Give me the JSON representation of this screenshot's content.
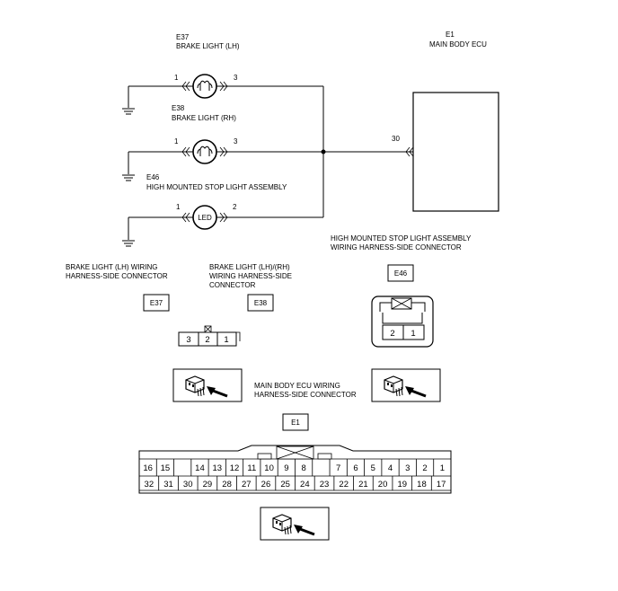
{
  "brake_lh": {
    "code": "E37",
    "name": "BRAKE LIGHT (LH)",
    "pin_left": "1",
    "pin_right": "3"
  },
  "brake_rh": {
    "code": "E38",
    "name": "BRAKE LIGHT (RH)",
    "pin_left": "1",
    "pin_right": "3"
  },
  "hmsl": {
    "code": "E46",
    "name": "HIGH MOUNTED STOP LIGHT ASSEMBLY",
    "pin_left": "1",
    "pin_right": "2",
    "bulb_label": "LED"
  },
  "ecu": {
    "code": "E1",
    "name": "MAIN BODY ECU",
    "pin": "30"
  },
  "conn_brake_lh": {
    "title_line1": "BRAKE LIGHT (LH) WIRING",
    "title_line2": "HARNESS-SIDE CONNECTOR",
    "code": "E37"
  },
  "conn_brake_rh": {
    "title_line1": "BRAKE LIGHT (LH)/(RH)",
    "title_line2": "WIRING HARNESS-SIDE",
    "title_line3": "CONNECTOR",
    "code": "E38"
  },
  "conn_small_cells": [
    "3",
    "2",
    "1"
  ],
  "conn_hmsl": {
    "title_line1": "HIGH MOUNTED STOP LIGHT ASSEMBLY",
    "title_line2": "WIRING HARNESS-SIDE CONNECTOR",
    "code": "E46",
    "cells": [
      "2",
      "1"
    ]
  },
  "conn_ecu": {
    "title_line1": "MAIN BODY ECU WIRING",
    "title_line2": "HARNESS-SIDE CONNECTOR",
    "code": "E1",
    "top_row": [
      "16",
      "15",
      "",
      "14",
      "13",
      "12",
      "11",
      "10",
      "9",
      "8",
      "",
      "7",
      "6",
      "5",
      "4",
      "3",
      "2",
      "1"
    ],
    "bottom_row": [
      "32",
      "31",
      "30",
      "29",
      "28",
      "27",
      "26",
      "25",
      "24",
      "23",
      "22",
      "21",
      "20",
      "19",
      "18",
      "17"
    ]
  }
}
